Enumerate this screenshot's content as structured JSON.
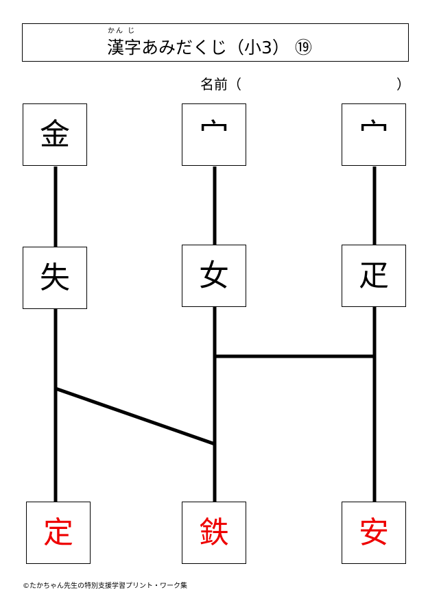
{
  "header": {
    "ruby": "かん じ",
    "title": "漢字あみだくじ（小3） ⑲"
  },
  "name_field": {
    "label": "名前（",
    "close": "）"
  },
  "top_row": [
    {
      "text": "金"
    },
    {
      "text": "宀"
    },
    {
      "text": "宀"
    }
  ],
  "middle_row": [
    {
      "text": "失"
    },
    {
      "text": "女"
    },
    {
      "text": "疋"
    }
  ],
  "bottom_row": [
    {
      "text": "定",
      "color": "#ee0000"
    },
    {
      "text": "鉄",
      "color": "#ee0000"
    },
    {
      "text": "安",
      "color": "#ee0000"
    }
  ],
  "footer": {
    "credit": "©たかちゃん先生の特別支援学習プリント・ワーク集"
  }
}
